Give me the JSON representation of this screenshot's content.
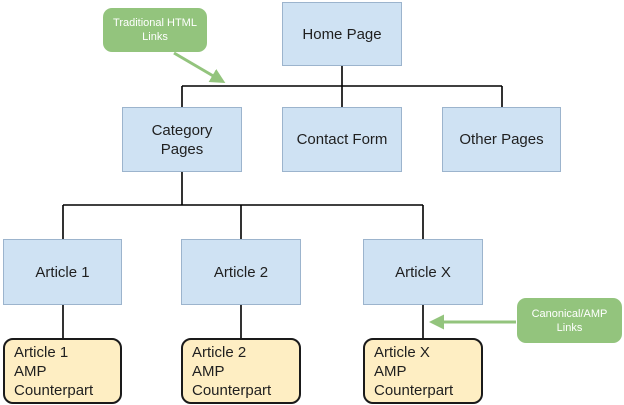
{
  "colors": {
    "background": "#ffffff",
    "node_fill": "#cfe2f3",
    "node_border": "#9cb4cd",
    "node_text": "#1f1f1f",
    "amp_fill": "#feeec3",
    "amp_border": "#1a1a1a",
    "annotation_fill": "#93c47d",
    "annotation_text": "#ffffff",
    "connector": "#000000"
  },
  "nodes": {
    "home_page": {
      "label": "Home Page"
    },
    "category_pages": {
      "label": "Category\nPages"
    },
    "contact_form": {
      "label": "Contact Form"
    },
    "other_pages": {
      "label": "Other Pages"
    },
    "article_1": {
      "label": "Article 1"
    },
    "article_2": {
      "label": "Article 2"
    },
    "article_x": {
      "label": "Article X"
    },
    "article_1_amp": {
      "label": "Article 1\nAMP\nCounterpart"
    },
    "article_2_amp": {
      "label": "Article 2\nAMP\nCounterpart"
    },
    "article_x_amp": {
      "label": "Article X\nAMP\nCounterpart"
    }
  },
  "annotations": {
    "traditional_html_links": {
      "label": "Traditional HTML\nLinks"
    },
    "canonical_amp_links": {
      "label": "Canonical/AMP\nLinks"
    }
  }
}
